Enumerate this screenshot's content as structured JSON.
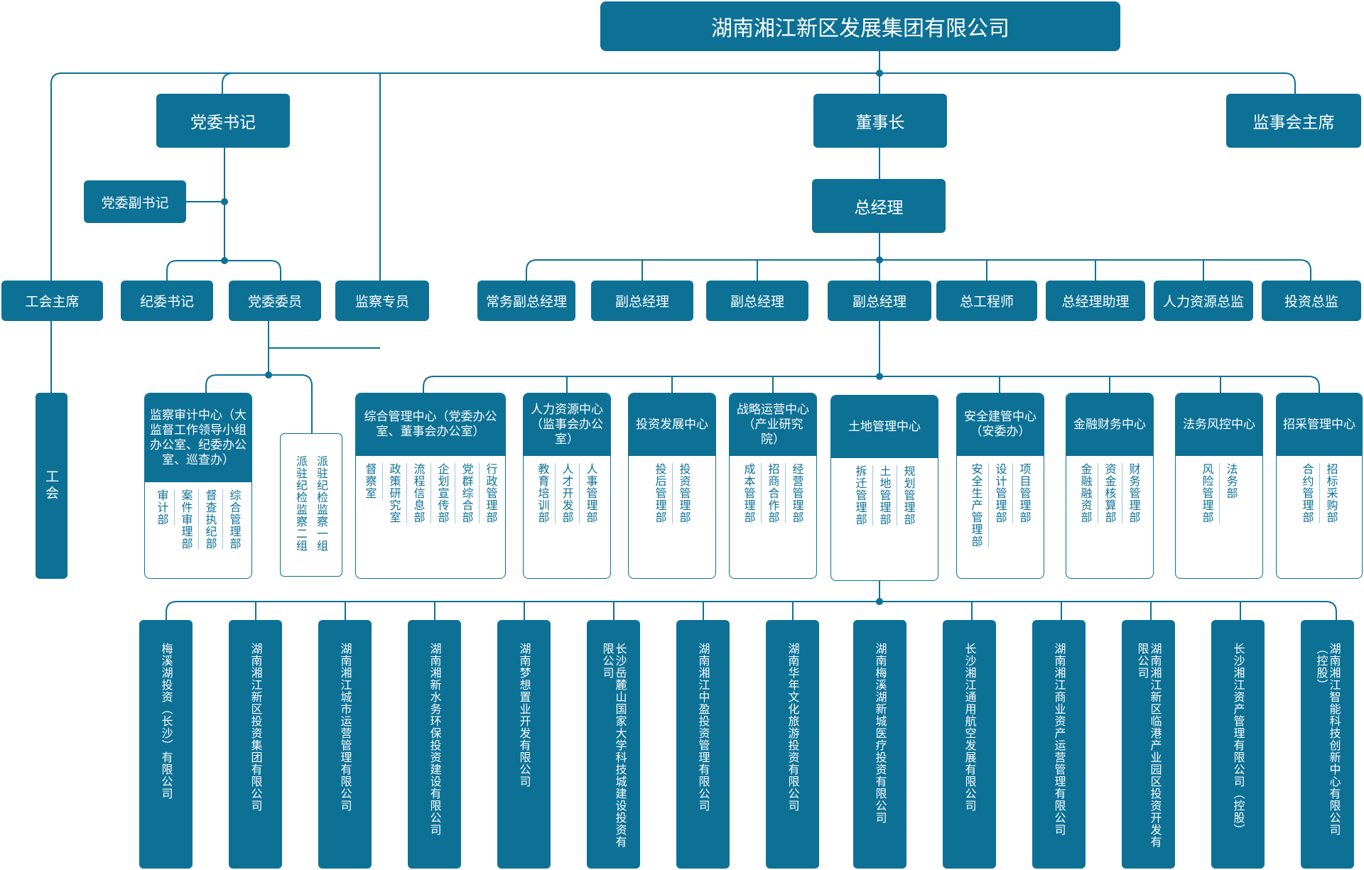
{
  "company": "湖南湘江新区发展集团有限公司",
  "party": {
    "secretary": "党委书记",
    "deputy": "党委副书记",
    "discipline": "纪委书记",
    "member": "党委委员",
    "supervisor": "监察专员",
    "union_chair": "工会主席",
    "union": "工会"
  },
  "chairman": "董事长",
  "board_supervisor": "监事会主席",
  "general_manager": "总经理",
  "executives": [
    "常务副总经理",
    "副总经理",
    "副总经理",
    "副总经理",
    "总工程师",
    "总经理助理",
    "人力资源总监",
    "投资总监"
  ],
  "audit_center": {
    "name": "监察审计中心（大监督工作领导小组办公室、纪委办公室、巡查办）",
    "depts": [
      "综合管理部",
      "督查执纪部",
      "案件审理部",
      "审计部"
    ]
  },
  "inspection_groups": [
    "派驻纪检监察一组",
    "派驻纪检监察二组"
  ],
  "centers": [
    {
      "name": "综合管理中心（党委办公室、董事会办公室）",
      "depts": [
        "行政管理部",
        "党群综合部",
        "企划宣传部",
        "流程信息部",
        "政策研究室",
        "督察室"
      ]
    },
    {
      "name": "人力资源中心（监事会办公室）",
      "depts": [
        "人事管理部",
        "人才开发部",
        "教育培训部"
      ]
    },
    {
      "name": "投资发展中心",
      "depts": [
        "投资管理部",
        "投后管理部"
      ]
    },
    {
      "name": "战略运营中心（产业研究院）",
      "depts": [
        "经营管理部",
        "招商合作部",
        "成本管理部"
      ]
    },
    {
      "name": "土地管理中心",
      "depts": [
        "规划管理部",
        "土地管理部",
        "拆迁管理部"
      ]
    },
    {
      "name": "安全建管中心（安委办）",
      "depts": [
        "项目管理部",
        "设计管理部",
        "安全生产管理部"
      ]
    },
    {
      "name": "金融财务中心",
      "depts": [
        "财务管理部",
        "资金核算部",
        "金融融资部"
      ]
    },
    {
      "name": "法务风控中心",
      "depts": [
        "法务部",
        "风险管理部"
      ]
    },
    {
      "name": "招采管理中心",
      "depts": [
        "招标采购部",
        "合约管理部"
      ]
    }
  ],
  "companies": [
    "梅溪湖投资（长沙）有限公司",
    "湖南湘江新区投资集团有限公司",
    "湖南湘江城市运营管理有限公司",
    "湖南湘新水务环保投资建设有限公司",
    "湖南梦想置业开发有限公司",
    "长沙岳麓山国家大学科技城建设投资有限公司",
    "湖南湘江中盈投资管理有限公司",
    "湖南华年文化旅游投资有限公司",
    "湖南梅溪湖新城医疗投资有限公司",
    "长沙湘江通用航空发展有限公司",
    "湖南湘江商业资产运营管理有限公司",
    "湖南湘江新区临港产业园区投资开发有限公司",
    "长沙湘江资产管理有限公司（控股）",
    "湖南湘江智能科技创新中心有限公司（控股）"
  ]
}
